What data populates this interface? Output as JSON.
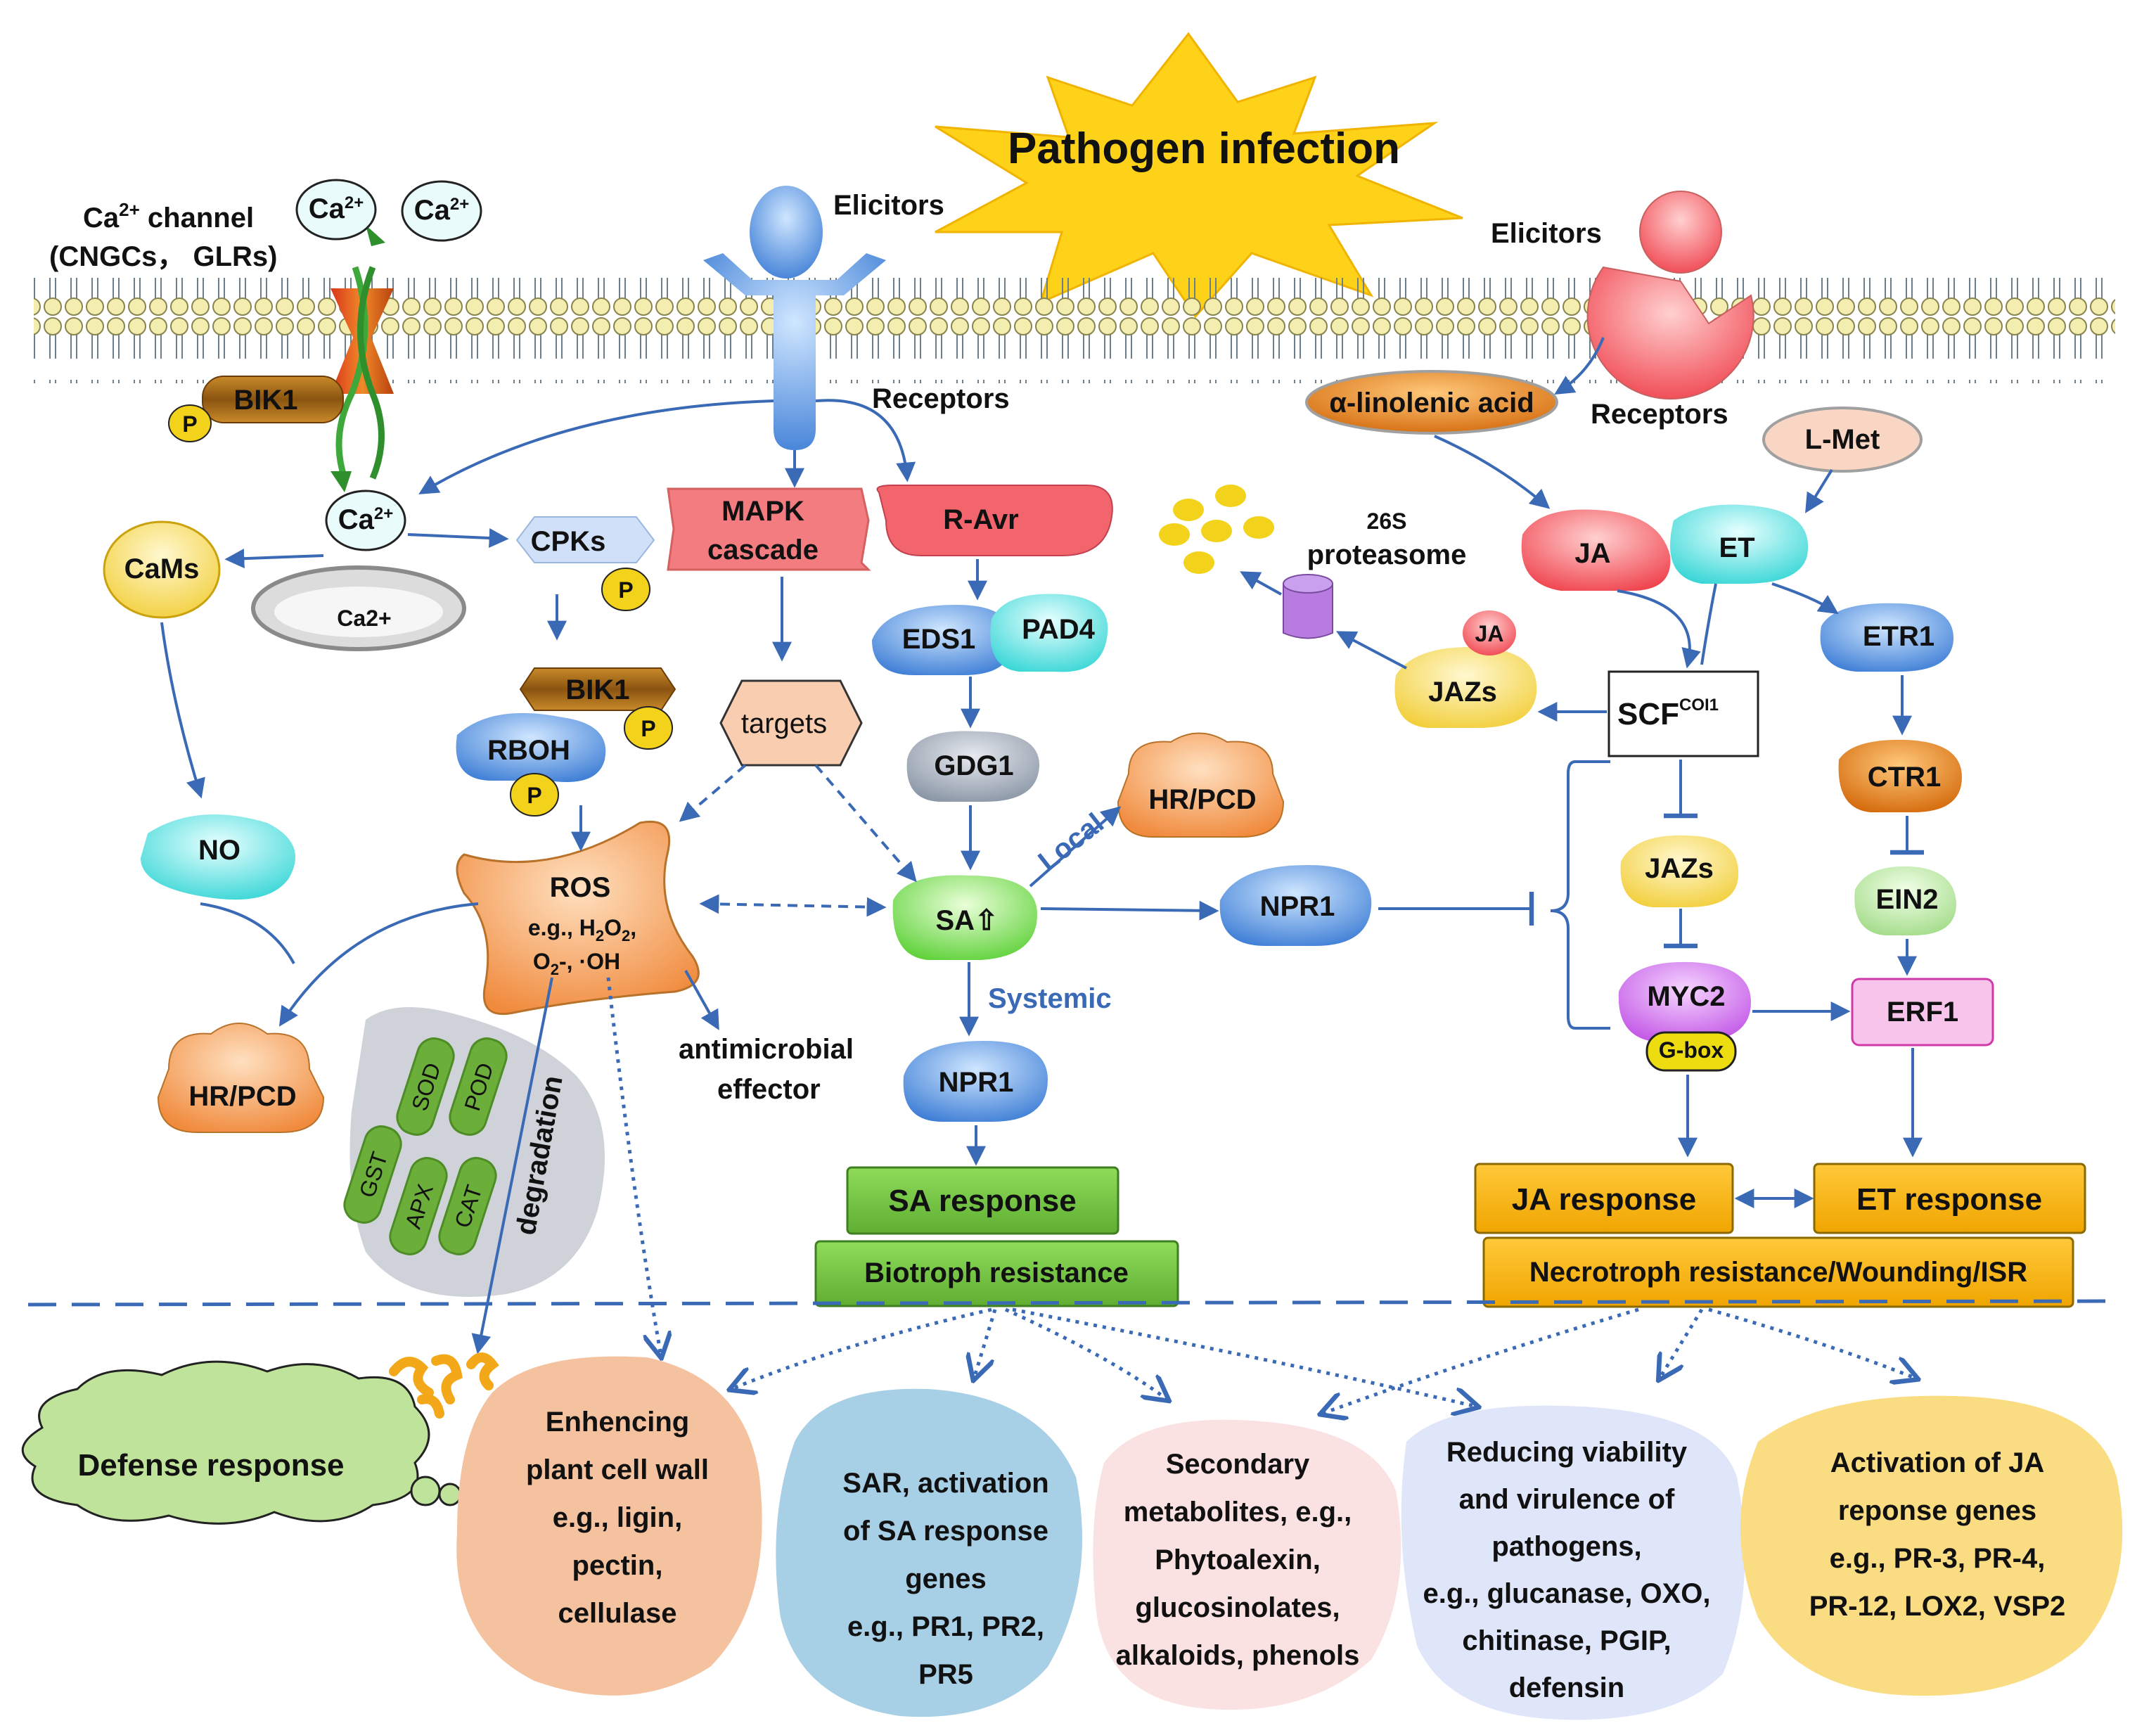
{
  "title": "Pathogen infection",
  "colors": {
    "arrow": "#3a6ab5",
    "burst": "#ffd21a",
    "membrane_head": "#f3eeb0",
    "receptor_blue": "#4a8fe0",
    "receptor_pink": "#f08a8a",
    "sa_green": "#7dd85a",
    "ros_orange": "#f0a94a",
    "response_green": "#7fcf4f",
    "response_orange": "#f4b50c",
    "cloud_green": "#bfe39a"
  },
  "membrane": {
    "ca_channel_title": "Ca",
    "ca_channel_sup": "2+",
    "ca_channel_word": "channel",
    "ca_channel_types": "(CNGCs， GLRs)",
    "ca_ion_base": "Ca",
    "ca_ion_sup": "2+",
    "bik1": "BIK1",
    "phospho": "P",
    "elicitors_left": "Elicitors",
    "receptors_left": "Receptors",
    "elicitors_right": "Elicitors",
    "receptors_right": "Receptors",
    "alpha_linolenic": "α-linolenic acid"
  },
  "left_path": {
    "cams": "CaMs",
    "ca_store": "Ca2+",
    "cpks": "CPKs",
    "bik1": "BIK1",
    "rboh": "RBOH",
    "no": "NO",
    "mapk_line1": "MAPK",
    "mapk_line2": "cascade",
    "targets": "targets",
    "ros_title": "ROS",
    "ros_eg_pre": "e.g., H",
    "ros_eg_sub": "2",
    "ros_eg_mid": "O",
    "ros_eg_end": ",",
    "ros_line2_o": "O",
    "ros_line2_sup": "2",
    "ros_line2_rest": "-, ·OH",
    "hr_pcd": "HR/PCD",
    "antimicrobial_1": "antimicrobial",
    "antimicrobial_2": "effector",
    "enzymes": [
      "GST",
      "SOD",
      "POD",
      "APX",
      "CAT"
    ],
    "degradation": "degradation"
  },
  "sa_path": {
    "r_avr": "R-Avr",
    "eds1": "EDS1",
    "pad4": "PAD4",
    "gdg1": "GDG1",
    "sa": "SA",
    "sa_up": "⇧",
    "local": "Local",
    "hr_pcd": "HR/PCD",
    "npr1_right": "NPR1",
    "systemic": "Systemic",
    "npr1_down": "NPR1",
    "sa_response": "SA response",
    "biotroph": "Biotroph resistance"
  },
  "ja_et_path": {
    "l_met": "L-Met",
    "proteasome_1": "26S",
    "proteasome_2": "proteasome",
    "ja": "JA",
    "et": "ET",
    "ja_tag": "JA",
    "jazs_top": "JAZs",
    "scf": "SCF",
    "scf_sup": "COI1",
    "etr1": "ETR1",
    "ctr1": "CTR1",
    "ein2": "EIN2",
    "jazs_mid": "JAZs",
    "myc2": "MYC2",
    "gbox": "G-box",
    "erf1": "ERF1",
    "ja_response": "JA response",
    "et_response": "ET response",
    "necrotroph": "Necrotroph resistance/Wounding/ISR"
  },
  "bottom": {
    "defense_response": "Defense response",
    "cell_wall": [
      "Enhencing",
      "plant cell wall",
      "e.g., ligin,",
      "pectin,",
      "cellulase"
    ],
    "sar": [
      "SAR, activation",
      "of SA response",
      "genes",
      "e.g., PR1, PR2,",
      "PR5"
    ],
    "secondary": [
      "Secondary",
      "metabolites, e.g.,",
      "Phytoalexin,",
      "glucosinolates,",
      "alkaloids, phenols"
    ],
    "viability": [
      "Reducing viability",
      "and virulence of",
      "pathogens,",
      "e.g., glucanase, OXO,",
      "chitinase, PGIP,",
      "defensin"
    ],
    "ja_genes": [
      "Activation of JA",
      "reponse genes",
      "e.g., PR-3, PR-4,",
      "PR-12, LOX2, VSP2"
    ]
  }
}
